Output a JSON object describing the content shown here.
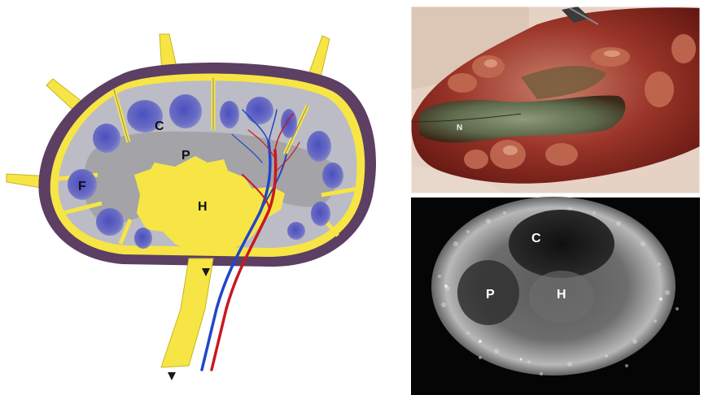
{
  "diagram": {
    "labels": {
      "cortex": "C",
      "paracortex": "P",
      "hilum": "H",
      "follicle": "F"
    }
  },
  "photo": {
    "labels": {
      "node": "N"
    }
  },
  "ultrasound": {
    "labels": {
      "cortex": "C",
      "paracortex": "P",
      "hilum": "H"
    }
  },
  "colors": {
    "capsule": "#5c3f63",
    "fat": "#f6e545",
    "cortex_bg": "#bcbcc6",
    "paracortex": "#a3a3a8",
    "follicle": "#5a5cb8",
    "artery": "#c8191e",
    "vein": "#2046c9"
  }
}
